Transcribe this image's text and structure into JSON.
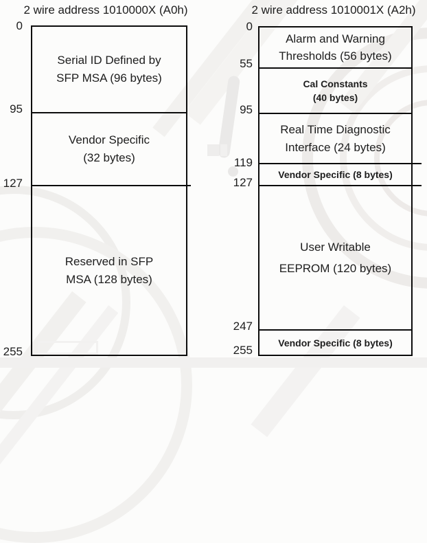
{
  "diagram": {
    "left": {
      "title": "2 wire address 1010000X (A0h)",
      "labels": [
        "0",
        "95",
        "127",
        "255"
      ],
      "sections": [
        {
          "line1": "Serial ID Defined by",
          "line2": "SFP MSA (96 bytes)",
          "range": "0-95"
        },
        {
          "line1": "Vendor Specific",
          "line2": "(32 bytes)",
          "range": "95-127"
        },
        {
          "line1": "Reserved in SFP",
          "line2": "MSA (128 bytes)",
          "range": "127-255"
        }
      ]
    },
    "right": {
      "title": "2 wire address 1010001X (A2h)",
      "labels": [
        "0",
        "55",
        "95",
        "119",
        "127",
        "247",
        "255"
      ],
      "sections": [
        {
          "line1": "Alarm and Warning",
          "line2": "Thresholds (56 bytes)",
          "range": "0-55"
        },
        {
          "line1": "Cal Constants",
          "line2": "(40 bytes)",
          "range": "55-95"
        },
        {
          "line1": "Real Time Diagnostic",
          "line2": "Interface (24 bytes)",
          "range": "95-119"
        },
        {
          "line1": "Vendor Specific (8 bytes)",
          "range": "119-127"
        },
        {
          "line1": "User Writable",
          "line2": "EEPROM (120 bytes)",
          "range": "127-247"
        },
        {
          "line1": "Vendor Specific (8 bytes)",
          "range": "247-255"
        }
      ]
    },
    "colors": {
      "line": "#0c0c0c",
      "text": "#1d1d1d",
      "background": "#fcfcfb",
      "watermark": "#eceae8"
    }
  }
}
